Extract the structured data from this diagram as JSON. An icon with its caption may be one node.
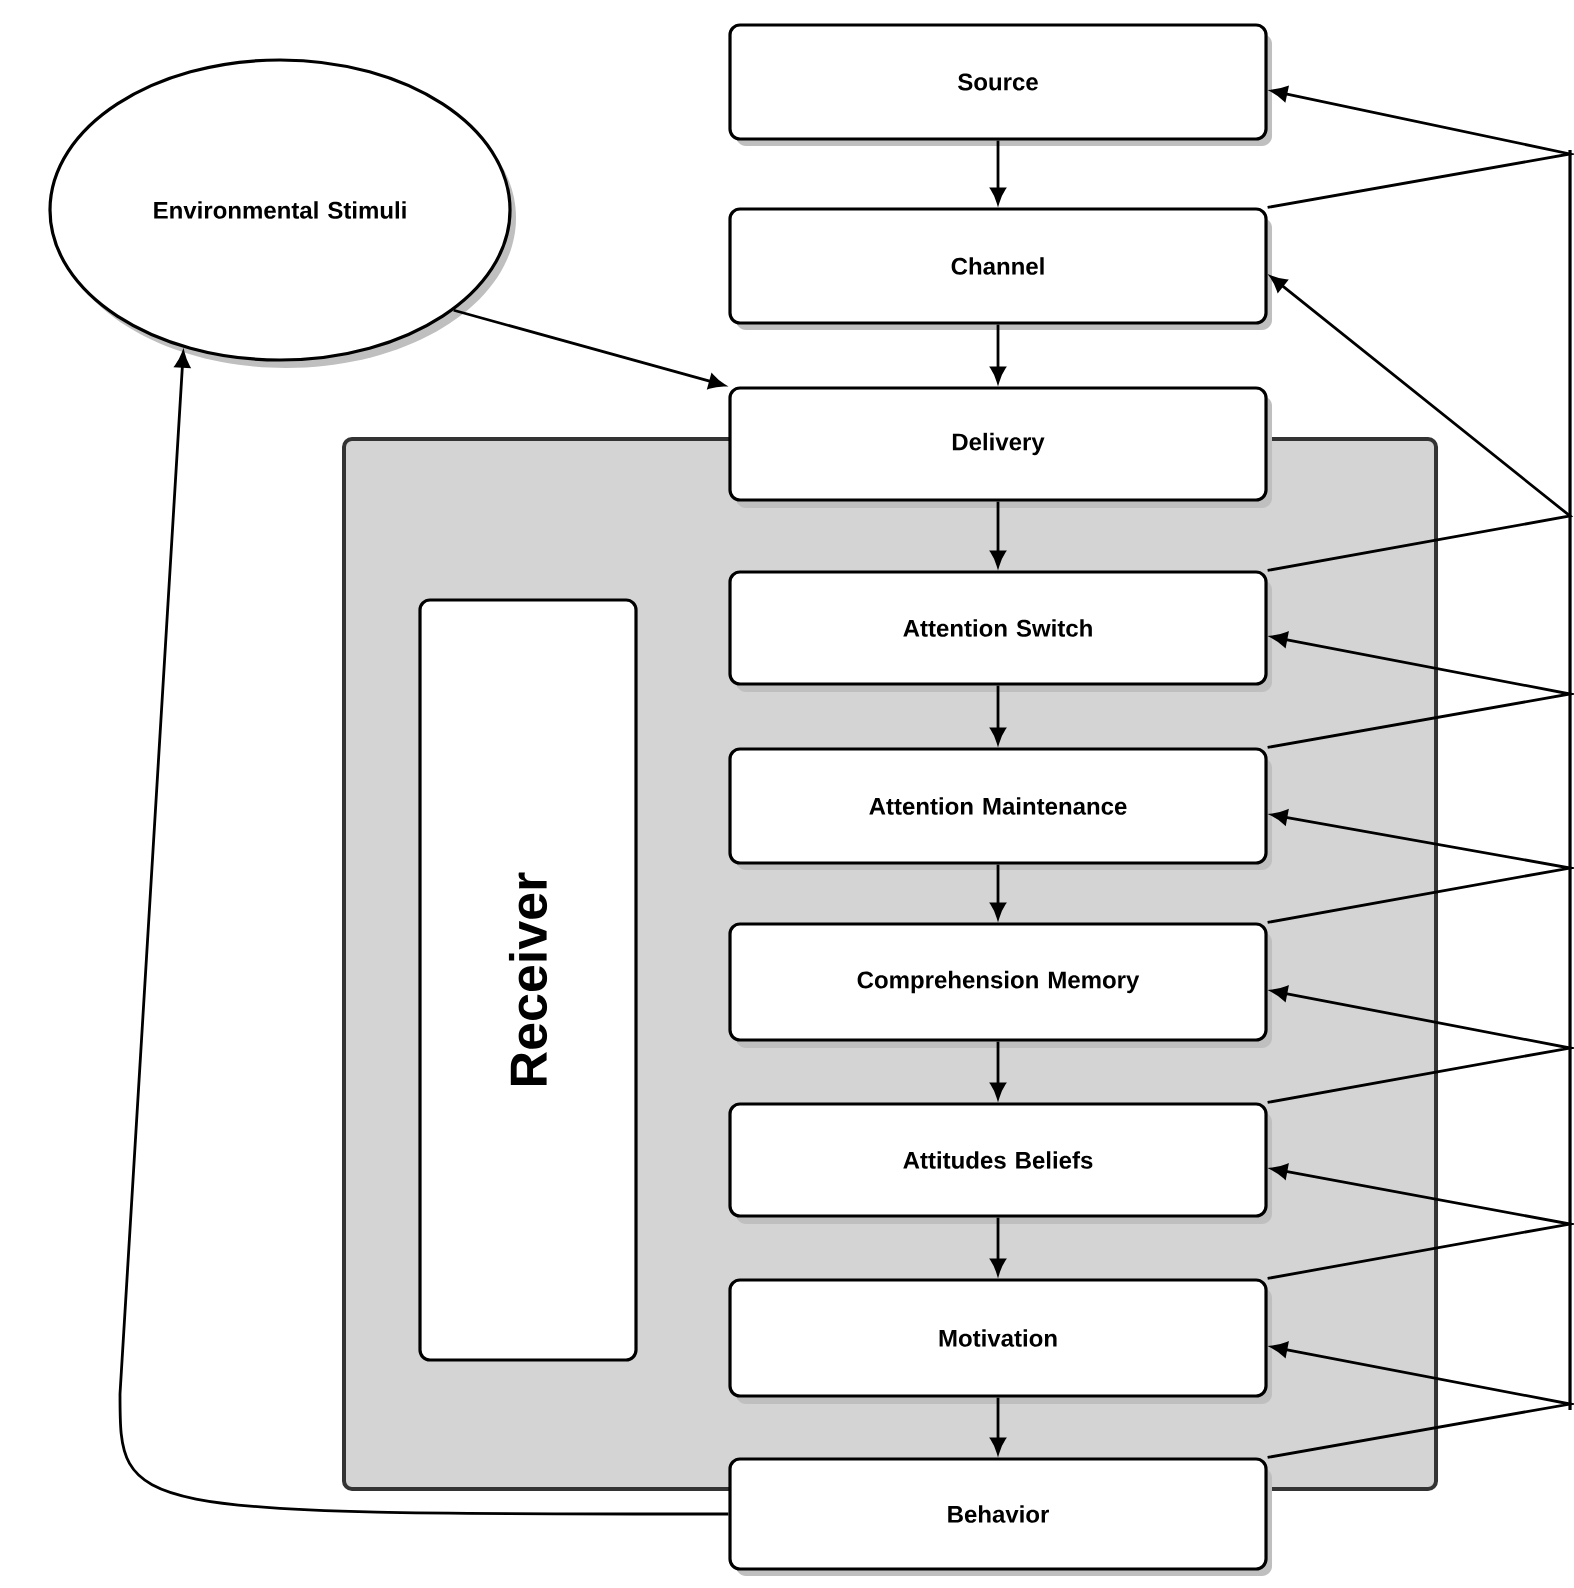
{
  "diagram": {
    "nodes": [
      {
        "text": [
          "Environmental Stimuli"
        ]
      },
      {
        "text": [
          "Source"
        ]
      },
      {
        "text": [
          "Channel"
        ]
      },
      {
        "text": [
          "Delivery"
        ]
      },
      {
        "text": [],
        "shape": "box"
      },
      {
        "text": [
          "Receiver"
        ],
        "in": 4
      },
      {
        "text": [
          "Attention Switch"
        ],
        "in": 4
      },
      {
        "text": [
          "Attention Maintenance"
        ],
        "in": 4
      },
      {
        "text": [
          "Comprehension Memory"
        ],
        "in": 4
      },
      {
        "text": [
          "Attitudes Beliefs"
        ],
        "in": 4
      },
      {
        "text": [
          "Motivation"
        ],
        "in": 4
      },
      {
        "text": [
          "Behavior"
        ]
      }
    ],
    "edges": [
      {
        "from": 1,
        "to": 2,
        "arrow": "to"
      },
      {
        "from": 2,
        "to": 3,
        "arrow": "to"
      },
      {
        "from": 3,
        "to": 6,
        "arrow": "to"
      },
      {
        "from": 6,
        "to": 7,
        "arrow": "to"
      },
      {
        "from": 7,
        "to": 8,
        "arrow": "to"
      },
      {
        "from": 8,
        "to": 9,
        "arrow": "to"
      },
      {
        "from": 9,
        "to": 10,
        "arrow": "to"
      },
      {
        "from": 10,
        "to": 11,
        "arrow": "to"
      },
      {
        "from": 0,
        "to": 3,
        "arrow": "to"
      },
      {
        "from": 11,
        "to": 0,
        "arrow": "to"
      },
      {
        "from": 2,
        "to": 1,
        "arrow": "to"
      },
      {
        "from": 6,
        "to": 2,
        "arrow": "to"
      },
      {
        "from": 7,
        "to": 6,
        "arrow": "to"
      },
      {
        "from": 8,
        "to": 7,
        "arrow": "to"
      },
      {
        "from": 9,
        "to": 8,
        "arrow": "to"
      },
      {
        "from": 10,
        "to": 9,
        "arrow": "to"
      },
      {
        "from": 11,
        "to": 10,
        "arrow": "to"
      }
    ]
  }
}
